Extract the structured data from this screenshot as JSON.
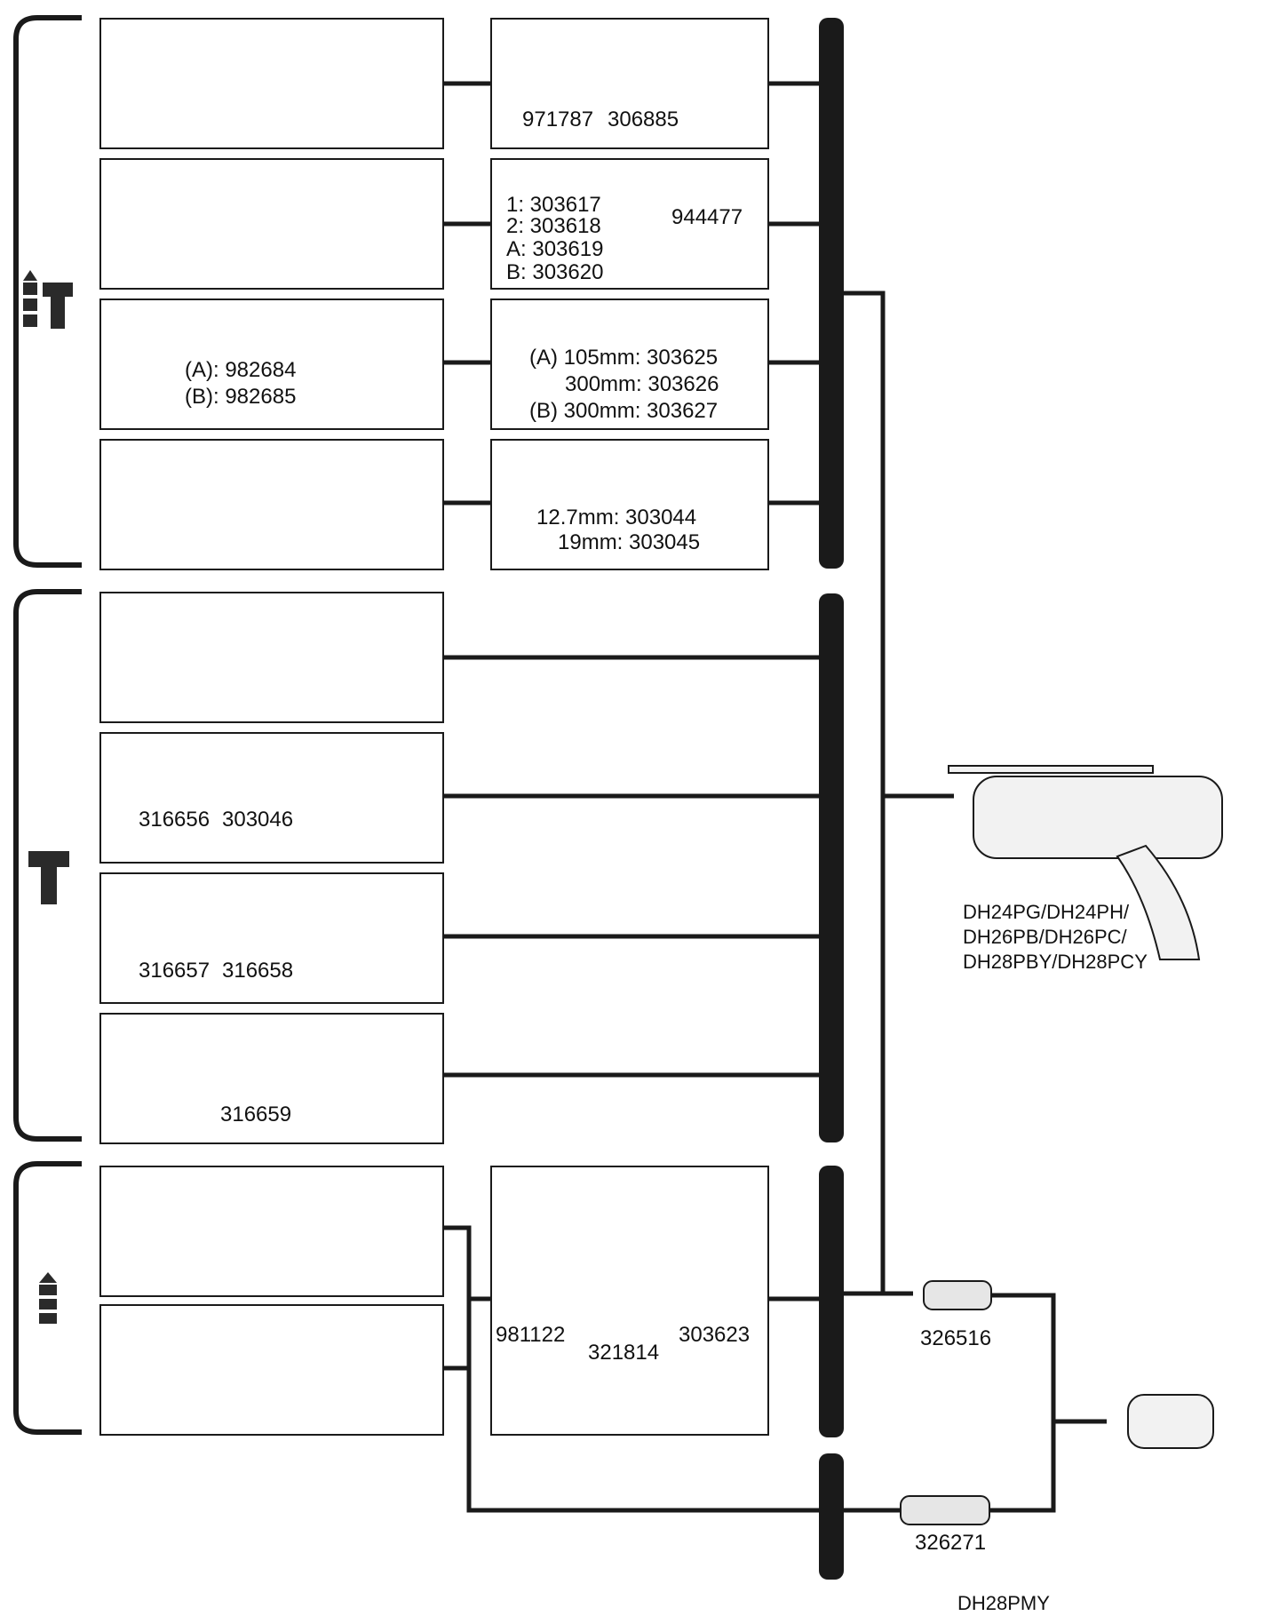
{
  "group1": {
    "row1": {
      "parts": [
        "971787",
        "306885"
      ]
    },
    "row2": {
      "part1": "1: 303617",
      "part2": "2: 303618",
      "partA": "A: 303619",
      "partB": "B: 303620",
      "part_right": "944477"
    },
    "row3": {
      "left_a": "(A): 982684",
      "left_b": "(B): 982685",
      "right_1": "(A) 105mm: 303625",
      "right_2": "300mm: 303626",
      "right_3": "(B) 300mm: 303627"
    },
    "row4": {
      "line1": "12.7mm: 303044",
      "line2": "19mm: 303045"
    }
  },
  "group2": {
    "row2": {
      "parts": [
        "316656",
        "303046"
      ]
    },
    "row3": {
      "parts": [
        "316657",
        "316658"
      ]
    },
    "row4": {
      "part": "316659"
    }
  },
  "group3": {
    "adapter": {
      "a": "981122",
      "b": "321814",
      "c": "303623"
    }
  },
  "chucks": {
    "upper": "326516",
    "lower": "326271"
  },
  "tools": {
    "main_models": [
      "DH24PG/DH24PH/",
      "DH26PB/DH26PC/",
      "DH28PBY/DH28PCY"
    ],
    "secondary_model": "DH28PMY"
  },
  "icons": [
    "hammer-drill-mode-icon",
    "chisel-mode-icon",
    "drill-only-mode-icon"
  ],
  "colors": {
    "line": "#1a1a1a",
    "icon": "#2a2a2a"
  }
}
